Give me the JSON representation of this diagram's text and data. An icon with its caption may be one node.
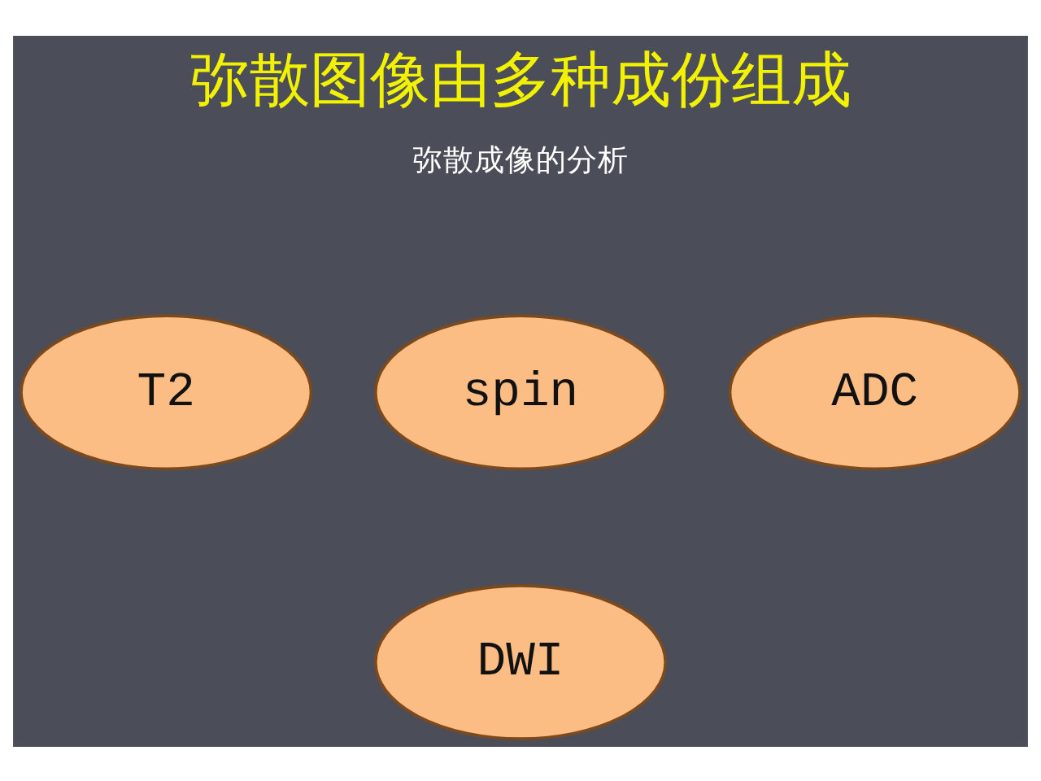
{
  "diagram": {
    "title": "弥散图像由多种成份组成",
    "nodes": [
      {
        "text": [
          "T2"
        ]
      },
      {
        "text": [
          "spin"
        ]
      },
      {
        "text": [
          "ADC"
        ]
      },
      {
        "text": [
          "DWI"
        ]
      }
    ],
    "labels": [
      "弥散成像的分析"
    ]
  }
}
